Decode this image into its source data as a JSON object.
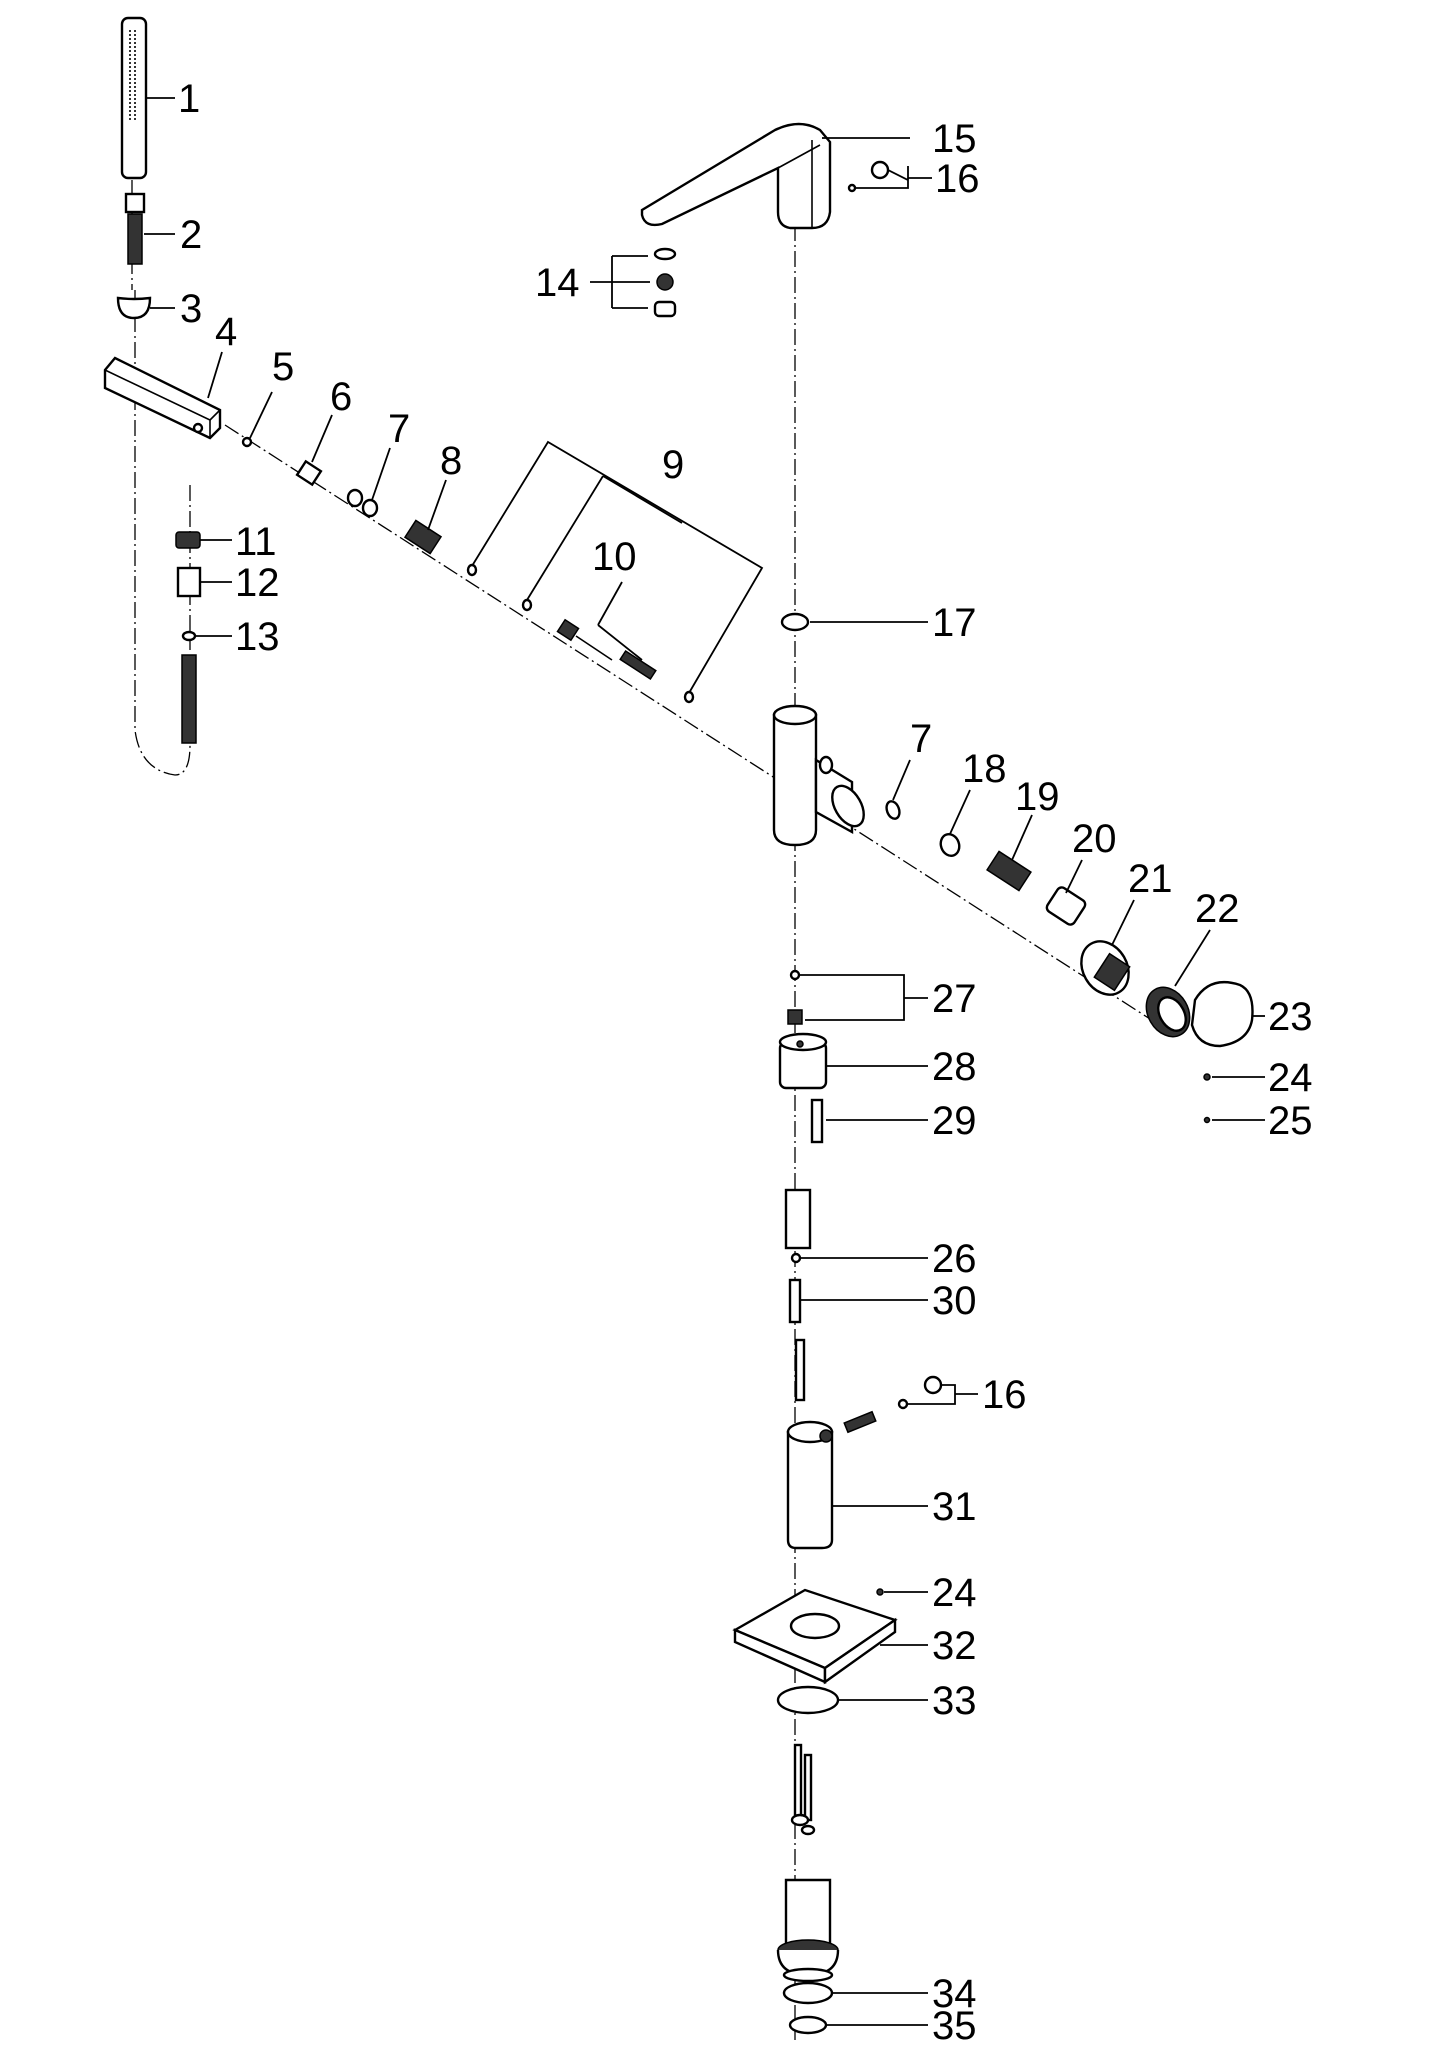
{
  "callouts": [
    {
      "id": "c1",
      "text": "1"
    },
    {
      "id": "c2",
      "text": "2"
    },
    {
      "id": "c3",
      "text": "3"
    },
    {
      "id": "c4",
      "text": "4"
    },
    {
      "id": "c5",
      "text": "5"
    },
    {
      "id": "c6",
      "text": "6"
    },
    {
      "id": "c7a",
      "text": "7"
    },
    {
      "id": "c8",
      "text": "8"
    },
    {
      "id": "c9",
      "text": "9"
    },
    {
      "id": "c10",
      "text": "10"
    },
    {
      "id": "c11",
      "text": "11"
    },
    {
      "id": "c12",
      "text": "12"
    },
    {
      "id": "c13",
      "text": "13"
    },
    {
      "id": "c14",
      "text": "14"
    },
    {
      "id": "c15",
      "text": "15"
    },
    {
      "id": "c16a",
      "text": "16"
    },
    {
      "id": "c17",
      "text": "17"
    },
    {
      "id": "c7b",
      "text": "7"
    },
    {
      "id": "c18",
      "text": "18"
    },
    {
      "id": "c19",
      "text": "19"
    },
    {
      "id": "c20",
      "text": "20"
    },
    {
      "id": "c21",
      "text": "21"
    },
    {
      "id": "c22",
      "text": "22"
    },
    {
      "id": "c23",
      "text": "23"
    },
    {
      "id": "c24a",
      "text": "24"
    },
    {
      "id": "c25",
      "text": "25"
    },
    {
      "id": "c27",
      "text": "27"
    },
    {
      "id": "c28",
      "text": "28"
    },
    {
      "id": "c29",
      "text": "29"
    },
    {
      "id": "c26",
      "text": "26"
    },
    {
      "id": "c30",
      "text": "30"
    },
    {
      "id": "c16b",
      "text": "16"
    },
    {
      "id": "c31",
      "text": "31"
    },
    {
      "id": "c24b",
      "text": "24"
    },
    {
      "id": "c32",
      "text": "32"
    },
    {
      "id": "c33",
      "text": "33"
    },
    {
      "id": "c34",
      "text": "34"
    },
    {
      "id": "c35",
      "text": "35"
    }
  ]
}
